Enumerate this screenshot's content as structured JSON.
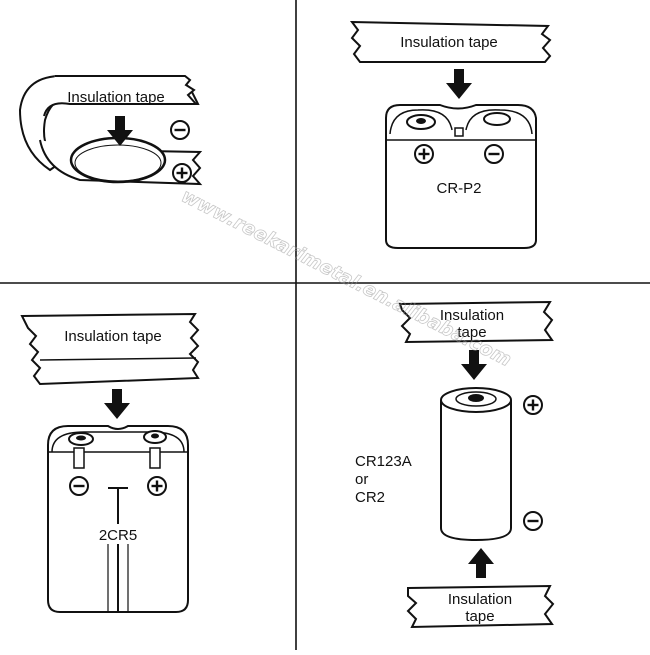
{
  "panels": {
    "top_left": {
      "tape_label": "Insulation tape"
    },
    "top_right": {
      "tape_label": "Insulation tape",
      "battery_label": "CR-P2"
    },
    "bottom_left": {
      "tape_label": "Insulation tape",
      "battery_label": "2CR5"
    },
    "bottom_right": {
      "tape_top_line1": "Insulation",
      "tape_top_line2": "tape",
      "battery_line1": "CR123A",
      "battery_line2": "or",
      "battery_line3": "CR2",
      "tape_bottom_line1": "Insulation",
      "tape_bottom_line2": "tape"
    }
  },
  "watermark": "www.reekarimetal.en.alibaba.com",
  "icons": {
    "positive": "plus-circle-icon",
    "negative": "minus-circle-icon",
    "arrow": "arrow-down-icon"
  },
  "colors": {
    "line": "#111111",
    "background": "#ffffff"
  }
}
